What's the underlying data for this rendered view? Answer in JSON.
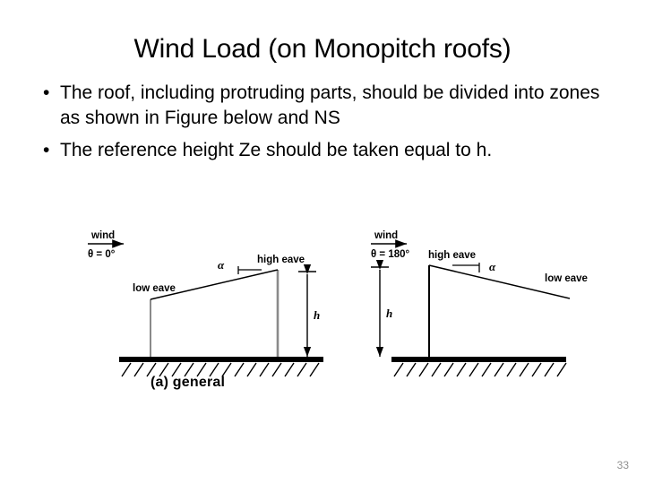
{
  "slide": {
    "title": "Wind Load (on Monopitch roofs)",
    "page_number": "33",
    "background_color": "#ffffff",
    "text_color": "#000000",
    "page_number_color": "#909090"
  },
  "bullets": [
    {
      "marker": "•",
      "text": "The roof, including protruding parts, should be divided into zones as shown in Figure below and NS"
    },
    {
      "marker": "•",
      "text": "The reference height Ze should be taken equal to h."
    }
  ],
  "figure": {
    "caption": "(a) general",
    "diagrams": [
      {
        "id": "theta-0",
        "wind_label": "wind",
        "theta_label": "θ = 0°",
        "low_eave_label": "low eave",
        "high_eave_label": "high eave",
        "angle_label": "α",
        "height_label": "h",
        "wall_color": "#8a8a8a",
        "ground_color": "#000000"
      },
      {
        "id": "theta-180",
        "wind_label": "wind",
        "theta_label": "θ = 180°",
        "low_eave_label": "low eave",
        "high_eave_label": "high eave",
        "angle_label": "α",
        "height_label": "h",
        "wall_color": "#000000",
        "ground_color": "#000000"
      }
    ]
  }
}
